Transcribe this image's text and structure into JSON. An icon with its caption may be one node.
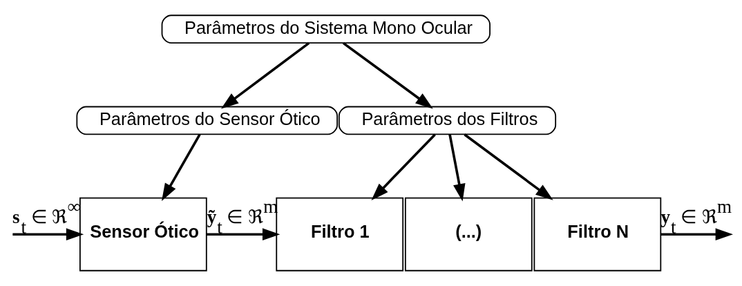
{
  "diagram": {
    "nodes": [
      {
        "text": [
          "Parâmetros do Sistema Mono Ocular"
        ]
      },
      {
        "text": [
          "Parâmetros do Sensor Ótico"
        ]
      },
      {
        "text": [
          "Parâmetros dos Filtros"
        ]
      },
      {
        "text": [
          "Sensor Ótico"
        ]
      },
      {
        "text": [
          "Filtro 1"
        ]
      },
      {
        "text": [
          "(...)"
        ]
      },
      {
        "text": [
          "Filtro N"
        ]
      }
    ],
    "edges": [
      {
        "from": 0,
        "to": 1,
        "arrow": "to"
      },
      {
        "from": 0,
        "to": 2,
        "arrow": "to"
      },
      {
        "from": 1,
        "to": 3,
        "arrow": "to"
      },
      {
        "from": 2,
        "to": 4,
        "arrow": "to"
      },
      {
        "from": 2,
        "to": 5,
        "arrow": "to"
      },
      {
        "from": 2,
        "to": 6,
        "arrow": "to"
      },
      {
        "from": null,
        "to": 3,
        "arrow": "to",
        "label": "**s**$_{t}$ ∈ ℜ$^{∞}$"
      },
      {
        "from": 3,
        "to": 4,
        "arrow": "to",
        "label": "**ỹ**$_{t}$ ∈ ℜ$^{m}$"
      },
      {
        "from": 6,
        "to": null,
        "arrow": "to",
        "label": "**y**$_{t}$ ∈ ℜ$^{m}$"
      }
    ]
  }
}
